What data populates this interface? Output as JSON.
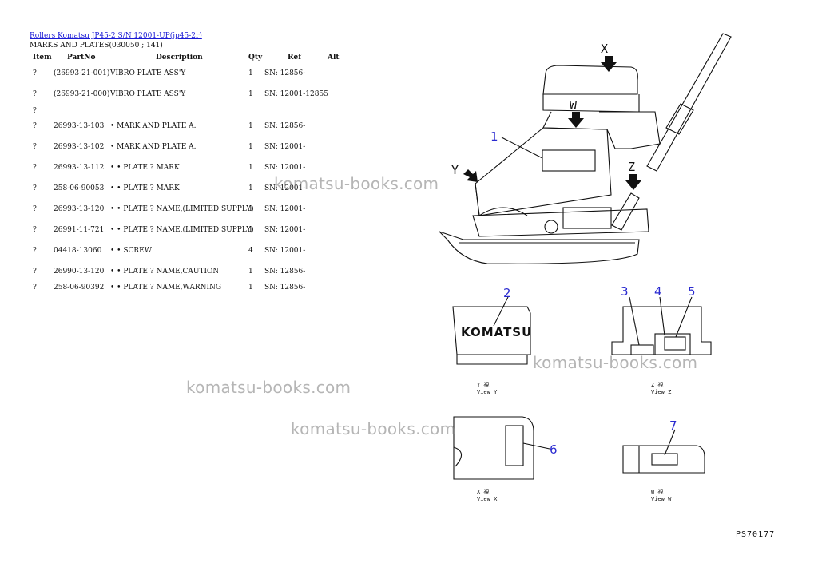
{
  "header": {
    "breadcrumb": "Rollers Komatsu JP45-2 S/N 12001-UP(jp45-2r)",
    "subtitle": "MARKS AND PLATES(030050 ; 141)"
  },
  "columns": [
    "Item",
    "PartNo",
    "Description",
    "Qty",
    "Ref",
    "Alt"
  ],
  "rows": [
    {
      "item": "?",
      "part": "(26993-21-001)",
      "desc": "VIBRO PLATE ASS'Y",
      "qty": "1",
      "ref": "SN: 12856-"
    },
    {
      "item": "?",
      "part": "(26993-21-000)",
      "desc": "VIBRO PLATE ASS'Y",
      "qty": "1",
      "ref": "SN: 12001-12855"
    },
    {
      "item": "?",
      "part": "",
      "desc": "",
      "qty": "",
      "ref": ""
    },
    {
      "item": "?",
      "part": "26993-13-103",
      "desc": "• MARK AND PLATE A.",
      "qty": "1",
      "ref": "SN: 12856-"
    },
    {
      "item": "?",
      "part": "26993-13-102",
      "desc": "• MARK AND PLATE A.",
      "qty": "1",
      "ref": "SN: 12001-"
    },
    {
      "item": "?",
      "part": "26993-13-112",
      "desc": "• • PLATE ? MARK",
      "qty": "1",
      "ref": "SN: 12001-"
    },
    {
      "item": "?",
      "part": "258-06-90053",
      "desc": "• • PLATE ? MARK",
      "qty": "1",
      "ref": "SN: 12001-"
    },
    {
      "item": "?",
      "part": "26993-13-120",
      "desc": "• • PLATE ? NAME,(LIMITED SUPPLY)",
      "qty": "1",
      "ref": "SN: 12001-"
    },
    {
      "item": "?",
      "part": "26991-11-721",
      "desc": "• • PLATE ? NAME,(LIMITED SUPPLY)",
      "qty": "1",
      "ref": "SN: 12001-"
    },
    {
      "item": "?",
      "part": "04418-13060",
      "desc": "• • SCREW",
      "qty": "4",
      "ref": "SN: 12001-"
    },
    {
      "item": "?",
      "part": "26990-13-120",
      "desc": "• • PLATE ? NAME,CAUTION",
      "qty": "1",
      "ref": "SN: 12856-"
    },
    {
      "item": "?",
      "part": "258-06-90392",
      "desc": "• • PLATE ? NAME,WARNING",
      "qty": "1",
      "ref": "SN: 12856-"
    }
  ],
  "watermark": "komatsu-books.com",
  "diagram": {
    "callouts": [
      "1",
      "2",
      "3",
      "4",
      "5",
      "6",
      "7"
    ],
    "view_letters": [
      "X",
      "W",
      "Y",
      "Z"
    ],
    "brand": "KOMATSU",
    "views": [
      {
        "code": "Y  視",
        "label": "View Y"
      },
      {
        "code": "Z  視",
        "label": "View Z"
      },
      {
        "code": "X  視",
        "label": "View X"
      },
      {
        "code": "W  視",
        "label": "View W"
      }
    ],
    "figure_code": "PS70177"
  }
}
